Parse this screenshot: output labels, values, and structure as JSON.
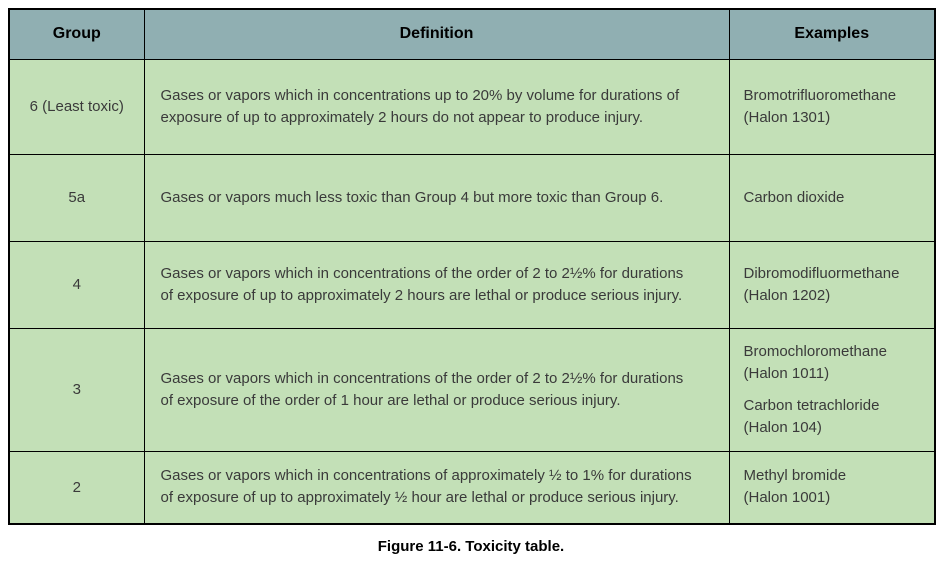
{
  "caption": "Figure 11-6. Toxicity table.",
  "colors": {
    "header_bg": "#90AFB2",
    "row_bg": "#C3E0B7",
    "border": "#000000",
    "text": "#3A3A3A"
  },
  "table": {
    "headers": [
      "Group",
      "Definition",
      "Examples"
    ],
    "rows": [
      {
        "group": "6 (Least toxic)",
        "definition_lines": [
          "Gases or vapors which in concentrations up to 20% by volume for durations of",
          "exposure of up to approximately 2 hours do not appear to produce injury."
        ],
        "examples": [
          [
            "Bromotrifluoromethane",
            "(Halon 1301)"
          ]
        ]
      },
      {
        "group": "5a",
        "definition_lines": [
          "Gases or vapors much less toxic than Group 4 but more toxic than Group 6."
        ],
        "examples": [
          [
            "Carbon dioxide"
          ]
        ]
      },
      {
        "group": "4",
        "definition_lines": [
          "Gases or vapors which in concentrations of the order of 2 to 2½% for durations",
          "of exposure of up to approximately 2 hours are lethal or produce serious injury."
        ],
        "examples": [
          [
            "Dibromodifluormethane",
            "(Halon 1202)"
          ]
        ]
      },
      {
        "group": "3",
        "definition_lines": [
          "Gases or vapors which in concentrations of the order of 2 to 2½% for durations",
          "of exposure of the order of 1 hour are lethal or produce serious injury."
        ],
        "examples": [
          [
            "Bromochloromethane",
            "(Halon 1011)"
          ],
          [
            "Carbon tetrachloride",
            "(Halon 104)"
          ]
        ]
      },
      {
        "group": "2",
        "definition_lines": [
          "Gases or vapors which in concentrations of approximately ½ to 1% for durations",
          "of exposure of up to approximately ½ hour are lethal or produce serious injury."
        ],
        "examples": [
          [
            "Methyl bromide",
            "(Halon 1001)"
          ]
        ]
      }
    ]
  }
}
